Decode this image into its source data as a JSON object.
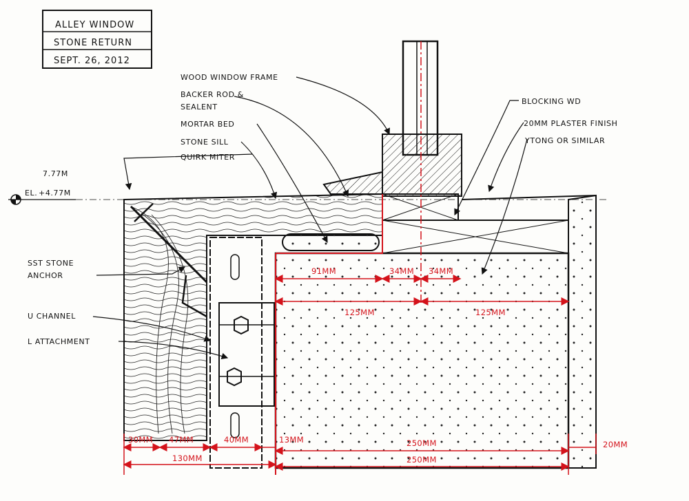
{
  "title_block": {
    "line1": "ALLEY WINDOW",
    "line2": "STONE RETURN",
    "date": "SEPT. 26, 2012"
  },
  "elevation": {
    "marker_prefix": "EL.",
    "value_top": "7.77M",
    "value_bottom": "+4.77M"
  },
  "labels": {
    "wood_window_frame": "WOOD WINDOW FRAME",
    "backer_rod_1": "BACKER ROD &",
    "backer_rod_2": "SEALENT",
    "mortar_bed": "MORTAR BED",
    "stone_sill": "STONE SILL",
    "quirk_miter": "QUIRK MITER",
    "blocking_wd": "BLOCKING WD",
    "plaster_finish": "20MM PLASTER FINISH",
    "ytong": "YTONG OR SIMILAR",
    "sst_anchor_1": "SST STONE",
    "sst_anchor_2": "ANCHOR",
    "u_channel": "U CHANNEL",
    "l_attachment": "L ATTACHMENT"
  },
  "dimensions": {
    "d_91": "91MM",
    "d_34a": "34MM",
    "d_34b": "34MM",
    "d_125a": "125MM",
    "d_125b": "125MM",
    "d_30": "30MM",
    "d_47": "47MM",
    "d_40": "40MM",
    "d_13": "13MM",
    "d_250a": "250MM",
    "d_250b": "250MM",
    "d_130": "130MM",
    "d_20": "20MM"
  },
  "colors": {
    "ink": "#111111",
    "redline": "#d4131b",
    "paper": "#fdfdfb"
  }
}
